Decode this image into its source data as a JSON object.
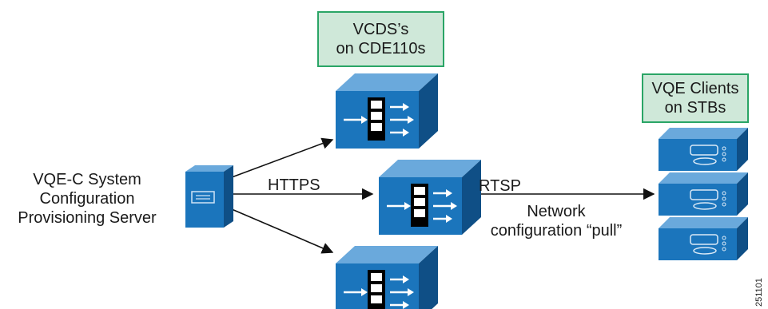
{
  "server_label": [
    "VQE-C System",
    "Configuration",
    "Provisioning Server"
  ],
  "vcds_callout": [
    "VCDS’s",
    "on CDE110s"
  ],
  "clients_callout": [
    "VQE Clients",
    "on STBs"
  ],
  "link_https": "HTTPS",
  "link_rtsp": "RTSP",
  "pull_label": [
    "Network",
    "configuration “pull”"
  ],
  "figure_id": "251101",
  "icons": [
    "server-icon",
    "vcds-appliance-icon",
    "set-top-box-icon"
  ],
  "colors": {
    "appliance": "#1b75bc",
    "appliance_dark": "#0f4f86",
    "callout_fill": "#cfe8d9",
    "callout_border": "#2aa566"
  }
}
